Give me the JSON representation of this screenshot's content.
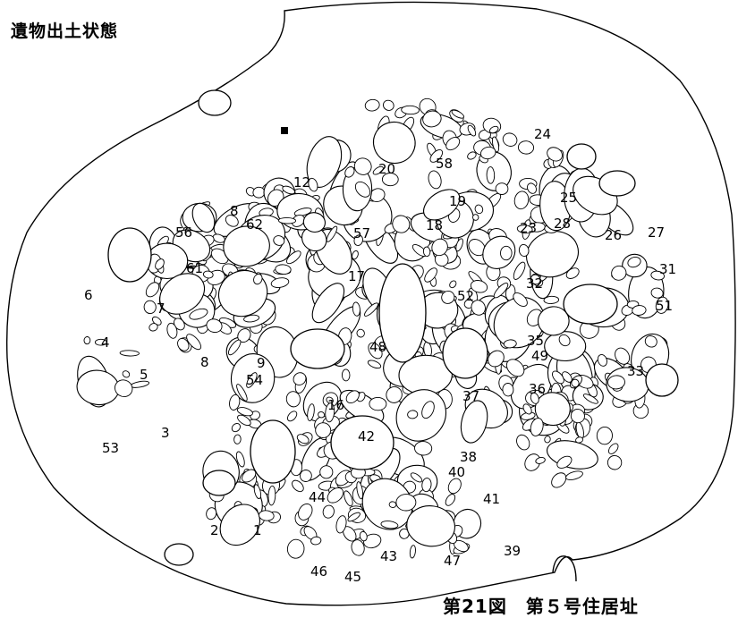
{
  "title": "遺物出土状態",
  "caption": "第21図　第５号住居址",
  "labels": [
    "1",
    "2",
    "3",
    "4",
    "5",
    "6",
    "7",
    "8",
    "8",
    "9",
    "12",
    "16",
    "17",
    "18",
    "19",
    "20",
    "23",
    "24",
    "25",
    "26",
    "27",
    "28",
    "31",
    "32",
    "33",
    "35",
    "36",
    "37",
    "38",
    "39",
    "40",
    "41",
    "42",
    "43",
    "44",
    "45",
    "46",
    "47",
    "48",
    "49",
    "51",
    "52",
    "53",
    "54",
    "56",
    "57",
    "58",
    "61",
    "62"
  ],
  "colors": {
    "ink": "#000000",
    "paper": "#ffffff"
  }
}
